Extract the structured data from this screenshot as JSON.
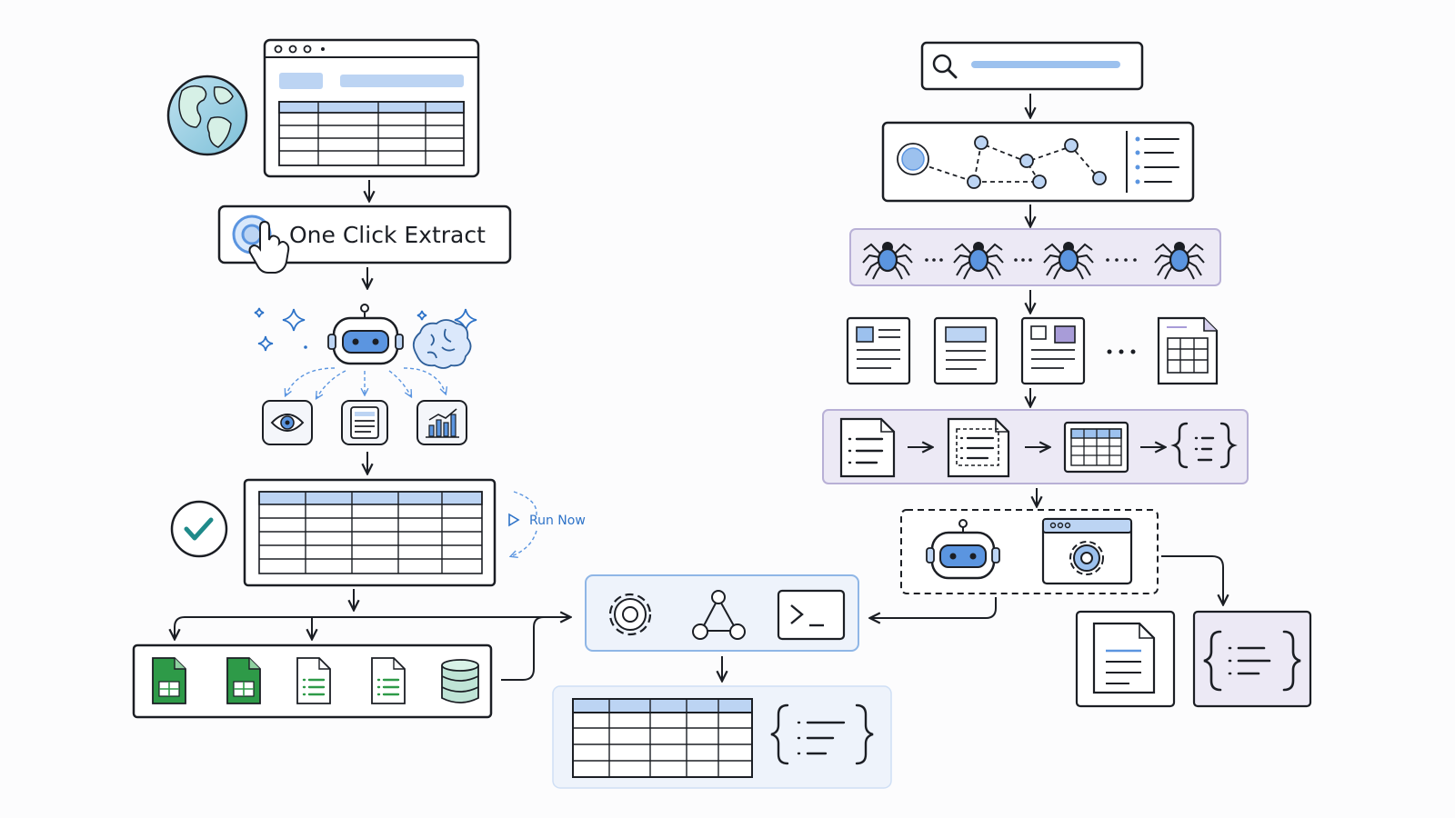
{
  "extract_button": {
    "label": "One Click Extract"
  },
  "run_now": {
    "label": "Run Now"
  },
  "colors": {
    "ink": "#1b1e24",
    "accent": "#5b95e0",
    "accent_light": "#bcd4f3",
    "accent_dark": "#2e73c8",
    "panel_blue": "#eef3fb",
    "panel_lavender": "#ece9f5",
    "sheet_green": "#2e9a48",
    "check_teal": "#1f8a8a"
  },
  "left_flow": {
    "outputs": [
      "spreadsheet-icon",
      "spreadsheet-icon",
      "csv-file-icon",
      "csv-file-icon",
      "database-icon"
    ],
    "ai_tools": [
      "eye-icon",
      "list-doc-icon",
      "bar-chart-icon"
    ]
  },
  "right_flow": {
    "crawler_count": 4,
    "page_types": [
      "article-page-icon",
      "form-page-icon",
      "media-page-icon",
      "table-page-icon"
    ],
    "pipeline_steps": [
      "list-doc-icon",
      "parsed-doc-icon",
      "table-icon",
      "json-icon"
    ],
    "outputs": [
      "document-icon",
      "json-icon"
    ]
  },
  "center_hub": {
    "tools": [
      "gear-icon",
      "graph-nodes-icon",
      "terminal-icon"
    ],
    "outputs": [
      "table-icon",
      "json-icon"
    ]
  }
}
